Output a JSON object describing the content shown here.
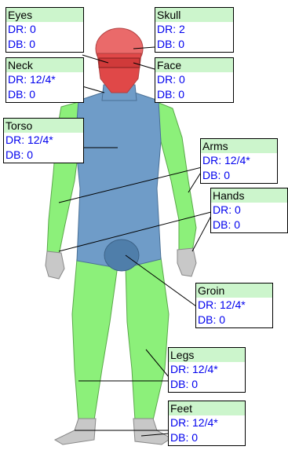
{
  "colors": {
    "label_header_bg": "#ccf5cc",
    "value_text": "#0000ee",
    "armored": "#8cf07a",
    "armored_blue": "#6f9cc8",
    "skull_red": "#ea4a4a",
    "skin": "#c8c8c8"
  },
  "locations": {
    "eyes": {
      "name": "Eyes",
      "dr": "DR: 0",
      "db": "DB: 0"
    },
    "skull": {
      "name": "Skull",
      "dr": "DR: 2",
      "db": "DB: 0"
    },
    "neck": {
      "name": "Neck",
      "dr": "DR: 12/4*",
      "db": "DB: 0"
    },
    "face": {
      "name": "Face",
      "dr": "DR: 0",
      "db": "DB: 0"
    },
    "torso": {
      "name": "Torso",
      "dr": "DR: 12/4*",
      "db": "DB: 0"
    },
    "arms": {
      "name": "Arms",
      "dr": "DR: 12/4*",
      "db": "DB: 0"
    },
    "hands": {
      "name": "Hands",
      "dr": "DR: 0",
      "db": "DB: 0"
    },
    "groin": {
      "name": "Groin",
      "dr": "DR: 12/4*",
      "db": "DB: 0"
    },
    "legs": {
      "name": "Legs",
      "dr": "DR: 12/4*",
      "db": "DB: 0"
    },
    "feet": {
      "name": "Feet",
      "dr": "DR: 12/4*",
      "db": "DB: 0"
    }
  }
}
